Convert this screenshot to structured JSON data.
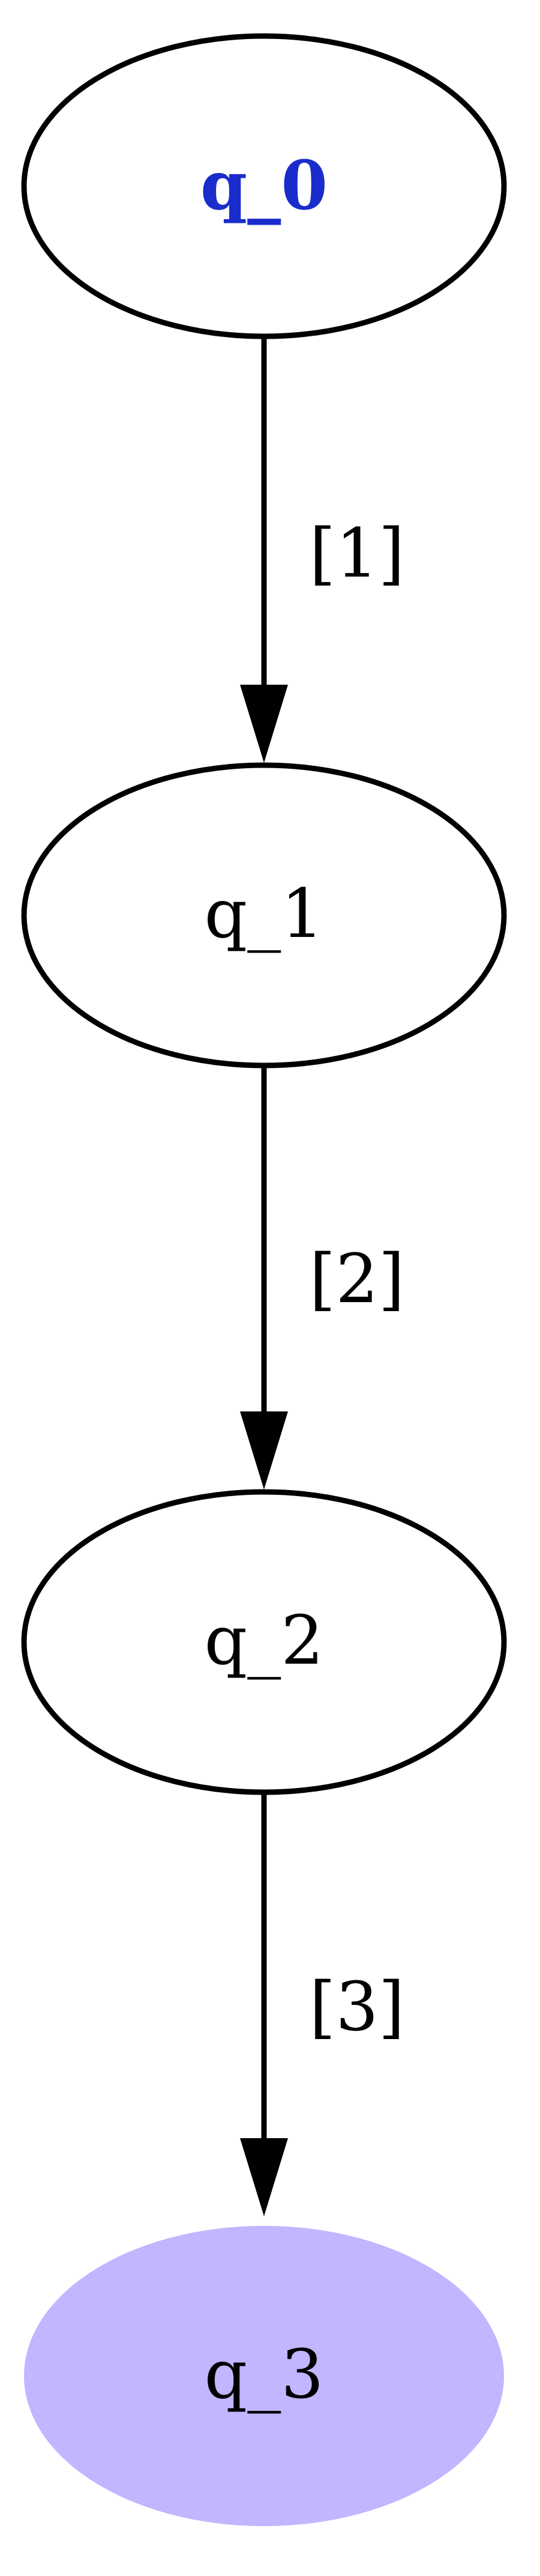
{
  "diagram": {
    "nodes": [
      {
        "id": "q0",
        "label": "q_0",
        "label_color": "#1a2ccc",
        "fill": "#ffffff",
        "stroke": "#000000",
        "role": "start"
      },
      {
        "id": "q1",
        "label": "q_1",
        "label_color": "#000000",
        "fill": "#ffffff",
        "stroke": "#000000",
        "role": "state"
      },
      {
        "id": "q2",
        "label": "q_2",
        "label_color": "#000000",
        "fill": "#ffffff",
        "stroke": "#000000",
        "role": "state"
      },
      {
        "id": "q3",
        "label": "q_3",
        "label_color": "#000000",
        "fill": "#c1b6ff",
        "stroke": "none",
        "role": "final"
      }
    ],
    "edges": [
      {
        "from": "q0",
        "to": "q1",
        "label": "[1]"
      },
      {
        "from": "q1",
        "to": "q2",
        "label": "[2]"
      },
      {
        "from": "q2",
        "to": "q3",
        "label": "[3]"
      }
    ]
  }
}
